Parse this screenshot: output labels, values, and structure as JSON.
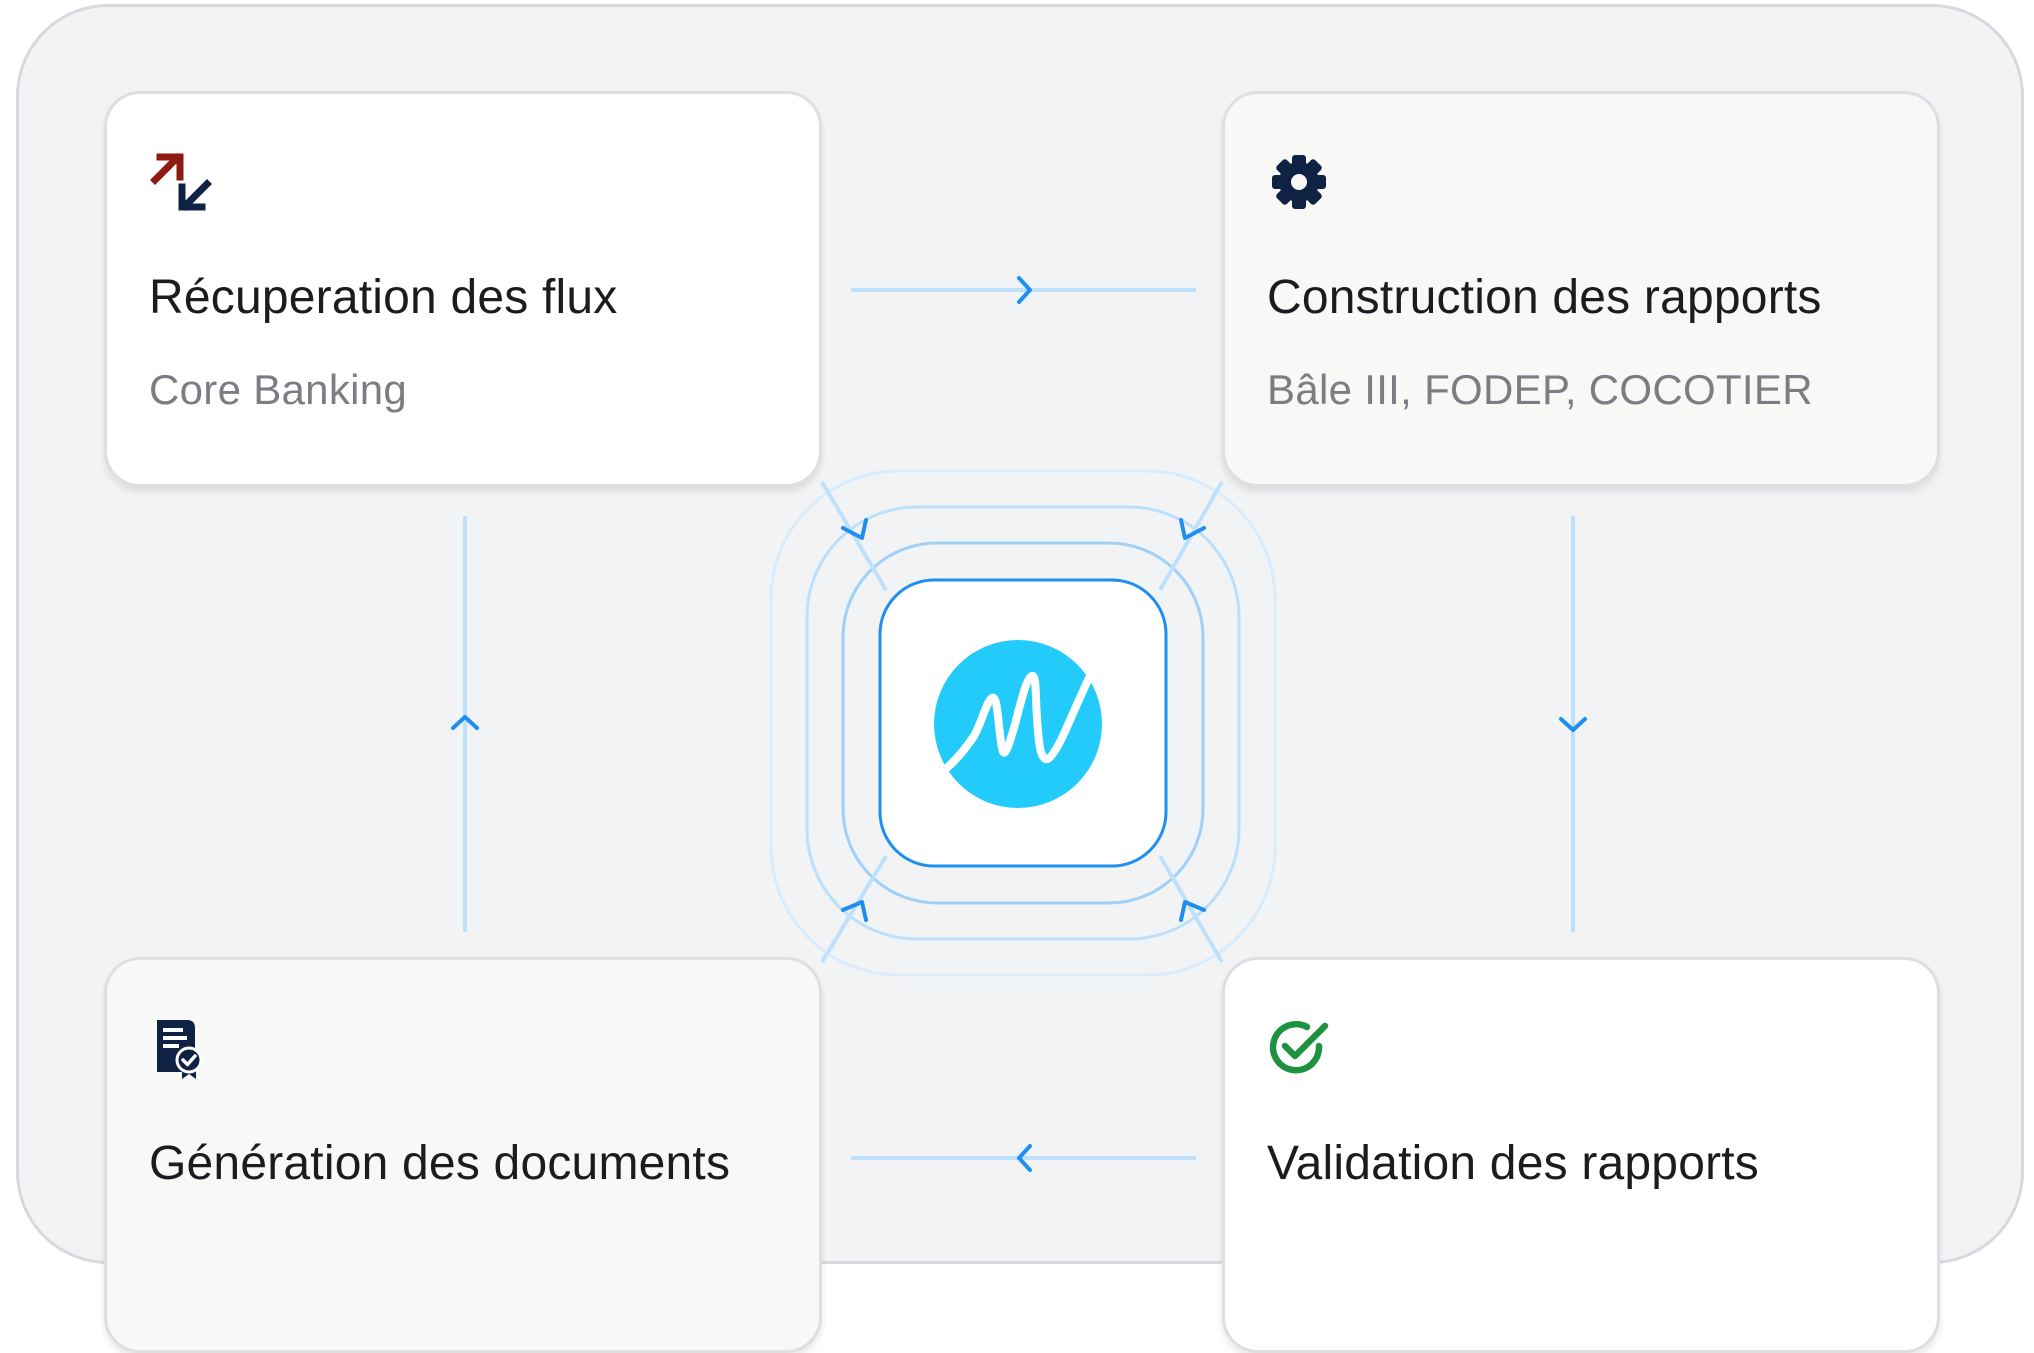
{
  "cards": [
    {
      "id": "recuperation",
      "icon": "bidirectional-arrows-icon",
      "title": "Récuperation des flux",
      "subtitle": "Core Banking"
    },
    {
      "id": "construction",
      "icon": "gear-icon",
      "title": "Construction des rapports",
      "subtitle": "Bâle III, FODEP, COCOTIER"
    },
    {
      "id": "generation",
      "icon": "certificate-document-icon",
      "title": "Génération des documents",
      "subtitle": ""
    },
    {
      "id": "validation",
      "icon": "check-circle-icon",
      "title": "Validation des rapports",
      "subtitle": ""
    }
  ],
  "center": {
    "icon": "brand-logo-icon"
  },
  "flow": [
    {
      "from": "Récuperation des flux",
      "to": "Construction des rapports"
    },
    {
      "from": "Construction des rapports",
      "to": "Validation des rapports"
    },
    {
      "from": "Validation des rapports",
      "to": "Génération des documents"
    },
    {
      "from": "Génération des documents",
      "to": "Récuperation des flux"
    }
  ],
  "colors": {
    "background": "#f2f3f5",
    "card_border": "#dddfe3",
    "connector_line": "#bfe0fb",
    "connector_arrow": "#1e8ff0",
    "logo_circle": "#23cbfb",
    "title_text": "#1b1c20",
    "subtitle_text": "#7b7c84",
    "icon_dark": "#102244",
    "icon_red": "#8f1a12",
    "icon_green": "#1e9240"
  }
}
